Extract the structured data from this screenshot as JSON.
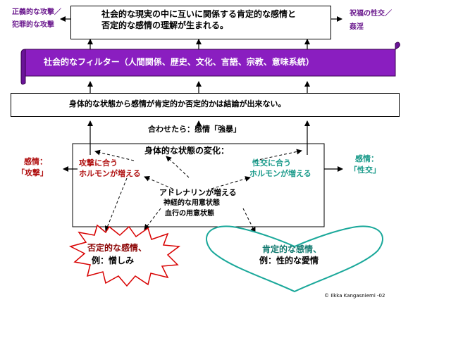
{
  "top_box": {
    "line1": "社会的な現実の中に互いに関係する肯定的な感情と",
    "line2": "否定的な感情の理解が生まれる。"
  },
  "top_left_label": {
    "line1": "正義的な攻撃／",
    "line2": "犯罪的な攻撃"
  },
  "top_right_label": {
    "line1": "祝福の性交／",
    "line2": "姦淫"
  },
  "filter_banner": "社会的なフィルター（人間関係、歴史、文化、言語、宗教、意味系統）",
  "body_box": "身体的な状態から感情が肯定的か否定的かは結論が出来ない。",
  "combined_label": "合わせたら：感情「強暴」",
  "change_title": "身体的な状態の変化：",
  "left_emotion": {
    "line1": "感情：",
    "line2": "「攻撃」"
  },
  "right_emotion": {
    "line1": "感情：",
    "line2": "「性交」"
  },
  "left_hormone": {
    "line1": "攻撃に合う",
    "line2": "ホルモンが増える"
  },
  "right_hormone": {
    "line1": "性交に合う",
    "line2": "ホルモンが増える"
  },
  "adrenaline": {
    "line1": "アドレナリンが増える",
    "line2": "神経的な用意状態",
    "line3": "血行の用意状態"
  },
  "negative": {
    "line1": "否定的な感情、",
    "line2": "例：憎しみ"
  },
  "positive": {
    "line1": "肯定的な感情、",
    "line2": "例：性的な愛情"
  },
  "copyright": "© Ilkka Kangasniemi -02",
  "colors": {
    "purple": "#6b1a8e",
    "banner": "#8a1ec0",
    "red": "#b01010",
    "teal": "#1a9a8a"
  }
}
